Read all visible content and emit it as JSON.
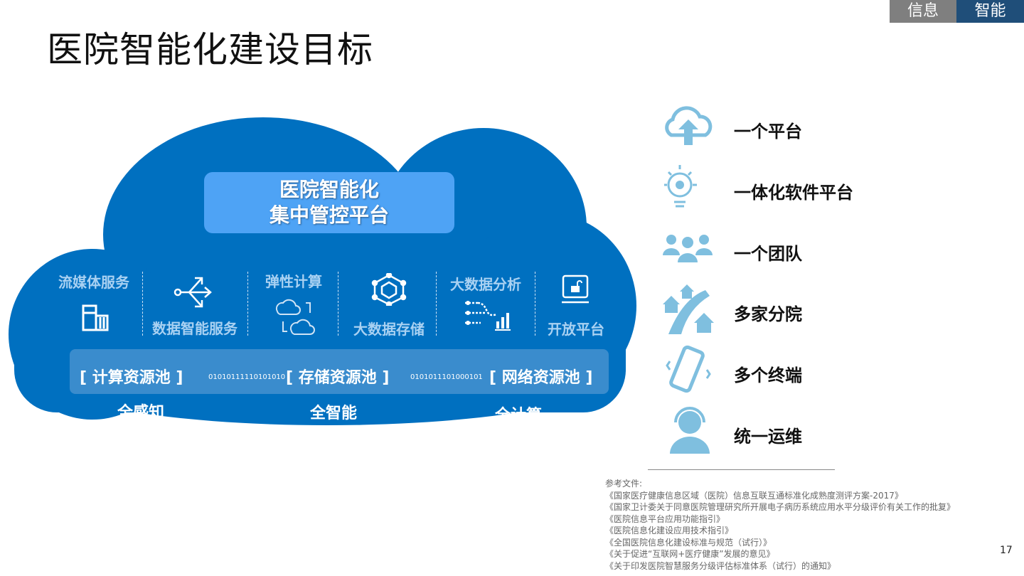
{
  "title": "医院智能化建设目标",
  "tags": [
    "信息",
    "智能"
  ],
  "cloud": {
    "platform_line1": "医院智能化",
    "platform_line2": "集中管控平台",
    "services": [
      "流媒体服务",
      "数据智能服务",
      "弹性计算",
      "大数据存储",
      "大数据分析",
      "开放平台"
    ],
    "pools": [
      "[ 计算资源池 ]",
      "[ 存储资源池 ]",
      "[ 网络资源池 ]"
    ],
    "binaries": [
      "01010111110101010",
      "0101011101000101"
    ],
    "bottom": [
      "全感知",
      "全智能",
      "全计算"
    ]
  },
  "goals": [
    {
      "label": "一个平台",
      "icon": "cloud-upload-icon"
    },
    {
      "label": "一体化软件平台",
      "icon": "lightbulb-gear-icon"
    },
    {
      "label": "一个团队",
      "icon": "team-icon"
    },
    {
      "label": "多家分院",
      "icon": "branch-houses-icon"
    },
    {
      "label": "多个终端",
      "icon": "mobile-device-icon"
    },
    {
      "label": "统一运维",
      "icon": "support-agent-icon"
    }
  ],
  "references": {
    "heading": "参考文件:",
    "items": [
      "《国家医疗健康信息区域（医院）信息互联互通标准化成熟度测评方案-2017》",
      "《国家卫计委关于同意医院管理研究所开展电子病历系统应用水平分级评价有关工作的批复》",
      "《医院信息平台应用功能指引》",
      "《医院信息化建设应用技术指引》",
      "《全国医院信息化建设标准与规范（试行）》",
      "《关于促进“互联网+医疗健康”发展的意见》",
      "《关于印发医院智慧服务分级评估标准体系（试行）的通知》"
    ]
  },
  "page_number": "17",
  "colors": {
    "cloud": "#0070c0",
    "panel": "#4ea3f5",
    "icon": "#7fbfdf"
  }
}
